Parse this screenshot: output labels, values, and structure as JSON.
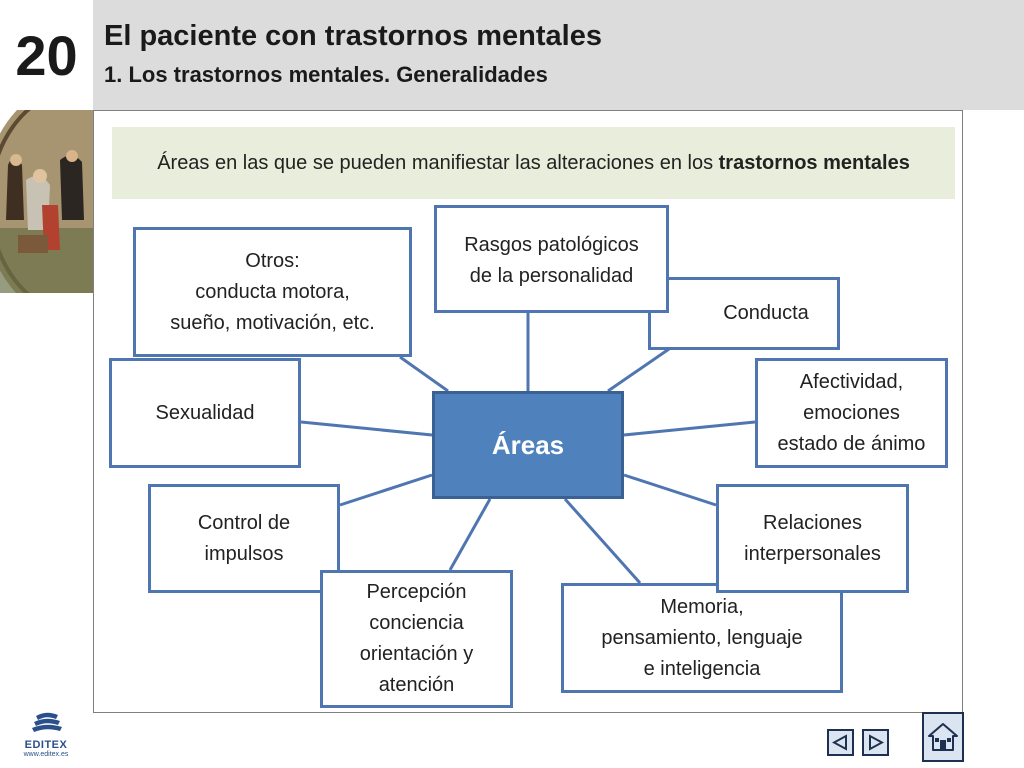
{
  "header": {
    "chapter_number": "20",
    "title": "El paciente con trastornos mentales",
    "subtitle": "1. Los trastornos mentales. Generalidades"
  },
  "banner": {
    "text_before": "Áreas en las que se pueden manifiestar las alteraciones en los ",
    "text_bold": "trastornos mentales"
  },
  "diagram": {
    "center": "Áreas",
    "nodes": {
      "otros": [
        "Otros:",
        "conducta motora,",
        "sueño, motivación, etc."
      ],
      "rasgos": [
        "Rasgos patológicos",
        "de la personalidad"
      ],
      "conducta": [
        "Conducta"
      ],
      "sexualidad": [
        "Sexualidad"
      ],
      "afectividad": [
        "Afectividad,",
        "emociones",
        "estado de ánimo"
      ],
      "control": [
        "Control de",
        "impulsos"
      ],
      "relaciones": [
        "Relaciones",
        "interpersonales"
      ],
      "percepcion": [
        "Percepción",
        "conciencia",
        "orientación y",
        "atención"
      ],
      "memoria": [
        "Memoria,",
        "pensamiento, lenguaje",
        "e inteligencia"
      ]
    }
  },
  "footer": {
    "logo_text": "EDITEX",
    "logo_url": "www.editex.es",
    "prev_icon": "left-triangle-icon",
    "next_icon": "right-triangle-icon",
    "home_icon": "home-icon"
  },
  "colors": {
    "header_bg": "#dcdcdc",
    "banner_bg": "#e8eedb",
    "node_border": "#4f76b0",
    "center_fill": "#4f81bd"
  }
}
